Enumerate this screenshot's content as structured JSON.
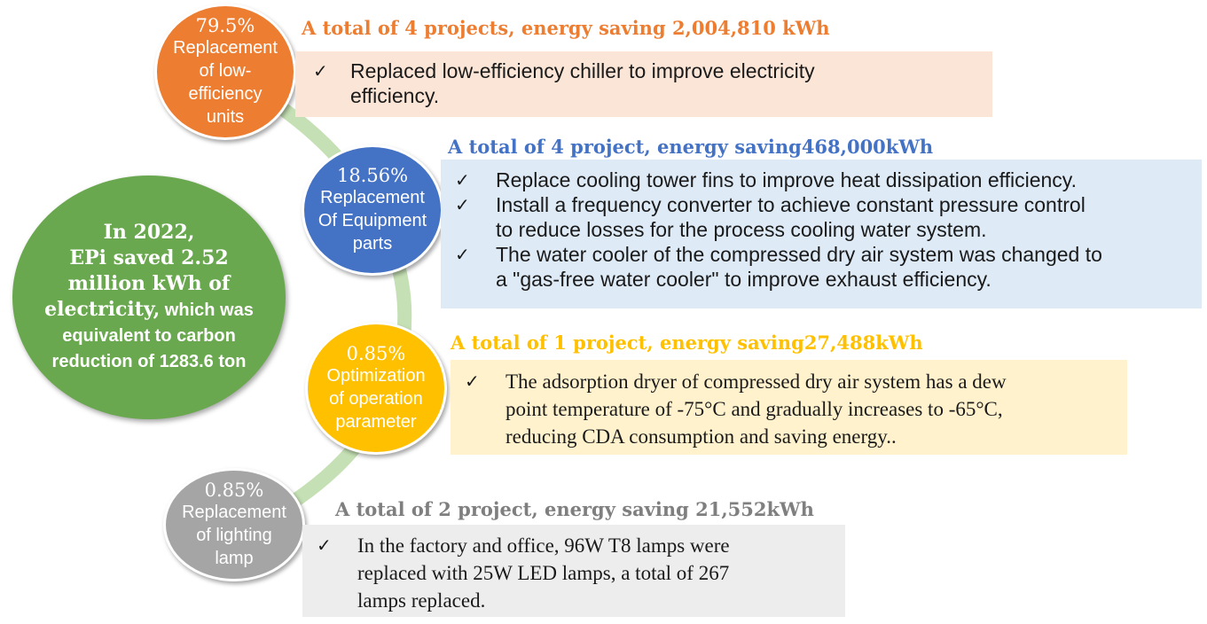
{
  "summary": {
    "line1": "In 2022,",
    "line2": "EPi  saved 2.52",
    "line3": "million kWh of",
    "line4": "electricity,",
    "line4b": " which was",
    "line5": "equivalent to carbon",
    "line6": "reduction of 1283.6 ton"
  },
  "categories": [
    {
      "percent": "79.5%",
      "label_lines": [
        "Replacement",
        "of low-",
        "efficiency",
        "units"
      ],
      "headline": "A total of 4 projects,  energy saving 2,004,810 kWh",
      "items": [
        [
          "Replaced  low-efficiency  chiller to improve electricity",
          "efficiency."
        ]
      ]
    },
    {
      "percent": "18.56%",
      "label_lines": [
        "Replacement",
        "Of Equipment",
        "parts"
      ],
      "headline": "A total of 4 project, energy saving468,000kWh",
      "items": [
        [
          "Replace cooling tower fins to improve heat dissipation efficiency."
        ],
        [
          "Install a frequency converter to achieve constant pressure control",
          "to reduce losses for the process cooling water system."
        ],
        [
          "The water cooler of the compressed dry air system was changed to",
          "a \"gas-free water cooler\" to improve exhaust efficiency."
        ]
      ]
    },
    {
      "percent": "0.85%",
      "label_lines": [
        "Optimization",
        "of operation",
        "parameter"
      ],
      "headline": "A total of 1 project, energy saving27,488kWh",
      "items": [
        [
          "The adsorption dryer of compressed dry air system  has a dew",
          "point temperature of -75°C and gradually increases to -65°C,",
          "reducing CDA consumption and saving energy.."
        ]
      ]
    },
    {
      "percent": "0.85%",
      "label_lines": [
        "Replacement",
        "of lighting",
        "lamp"
      ],
      "headline": "A total of 2 project, energy saving 21,552kWh",
      "items": [
        [
          "In the factory and office, 96W  T8 lamps  were",
          "replaced with 25W LED lamps,  a total of 267",
          "lamps  replaced."
        ]
      ]
    }
  ],
  "check_mark": "✓",
  "colors": {
    "orange": "#ed7d31",
    "blue": "#4472c4",
    "gold": "#ffc000",
    "gray": "#a5a5a5",
    "green": "#6aa84f",
    "arc": "#c5e0b4",
    "orange_box": "#fbe5d6",
    "blue_box": "#deebf7",
    "gold_box": "#fff2cc",
    "gray_box": "#ededed",
    "headline_gray": "#7f7f7f"
  }
}
